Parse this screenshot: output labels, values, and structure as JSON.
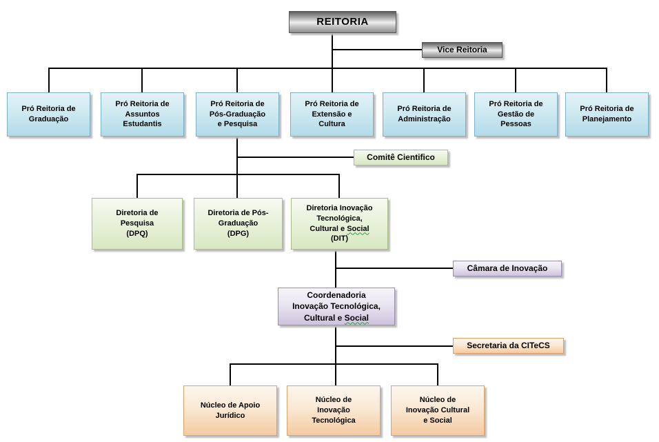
{
  "org_chart": {
    "root": "REITORIA",
    "vice": "Vice Reitoria",
    "pro_reitorias": [
      "Pró Reitoria de\nGraduação",
      "Pró Reitoria de\nAssuntos\nEstudantis",
      "Pró Reitoria de\nPós-Graduação\ne Pesquisa",
      "Pró Reitoria de\nExtensão e\nCultura",
      "Pró Reitoria de\nAdministração",
      "Pró Reitoria de\nGestão de\nPessoas",
      "Pró Reitoria de\nPlanejamento"
    ],
    "comite": "Comitê Cientifico",
    "diretorias": [
      "Diretoria de\nPesquisa\n(DPQ)",
      "Diretoria de Pós-\nGraduação\n(DPG)"
    ],
    "diretoria_dit": {
      "before": "Diretoria Inovação\nTecnológica,\nCultural e ",
      "flagged": "Social",
      "after": "\n(DIT)"
    },
    "camara": "Câmara de Inovação",
    "coordenadoria": {
      "before": "Coordenadoria\nInovação Tecnológica,\nCultural e ",
      "flagged": "Social"
    },
    "secretaria": "Secretaria da CITeCS",
    "nucleos": [
      "Núcleo de Apoio\nJurídico",
      "Núcleo de\nInovação\nTecnológica",
      "Núcleo de\nInovação Cultural\ne Social"
    ],
    "palette": {
      "level_top_gray": "#8e8e8e",
      "level_pro_reitoria_blue": "#b2dbe8",
      "level_diretoria_green": "#d8e7c1",
      "level_coordenadoria_purple": "#cdc3dc",
      "level_nucleo_orange": "#f4cba2",
      "connector_black": "#000000",
      "spellcheck_underline_green": "#2e9e3e"
    }
  }
}
